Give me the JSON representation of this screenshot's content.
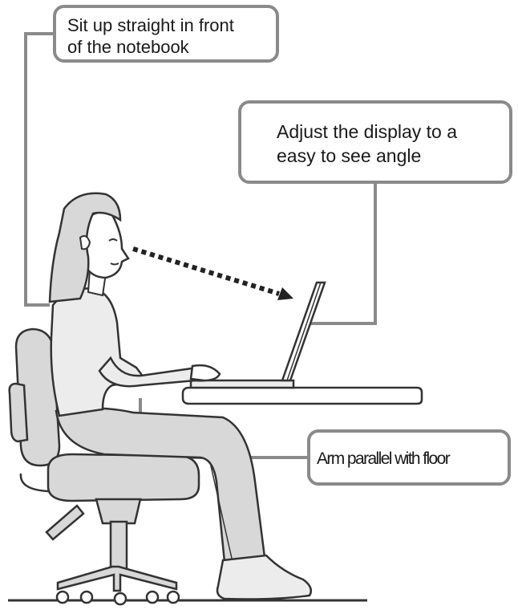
{
  "callouts": {
    "posture": {
      "line1": "Sit up straight in front",
      "line2": "of the notebook"
    },
    "display": {
      "line1": "Adjust the display to a",
      "line2": "easy to see angle"
    },
    "arm": {
      "text": "Arm parallel with floor"
    }
  },
  "colors": {
    "outline": "#333333",
    "fill": "#d8d8d8",
    "shirt": "#ececec",
    "connector": "#8a8a8a"
  }
}
